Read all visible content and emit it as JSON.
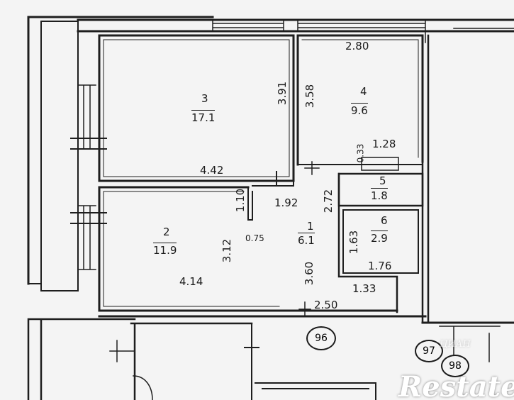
{
  "rooms": [
    {
      "number": "3",
      "area": "17.1"
    },
    {
      "number": "4",
      "area": "9.6"
    },
    {
      "number": "5",
      "area": "1.8"
    },
    {
      "number": "6",
      "area": "2.9"
    },
    {
      "number": "2",
      "area": "11.9"
    },
    {
      "number": "1",
      "area": "6.1"
    }
  ],
  "dimensions": {
    "d_2_80": "2.80",
    "d_3_91": "3.91",
    "d_3_58": "3.58",
    "d_4_42": "4.42",
    "d_0_33": "0.33",
    "d_1_28": "1.28",
    "d_1_10": "1.10",
    "d_1_92": "1.92",
    "d_2_72": "2.72",
    "d_0_75": "0.75",
    "d_3_12": "3.12",
    "d_1_63": "1.63",
    "d_3_60": "3.60",
    "d_1_76": "1.76",
    "d_4_14": "4.14",
    "d_1_33": "1.33",
    "d_2_50": "2.50"
  },
  "axis_markers": [
    "96",
    "97",
    "98"
  ],
  "watermark": {
    "brand": "Restate",
    "faded": "ЦИАН"
  }
}
